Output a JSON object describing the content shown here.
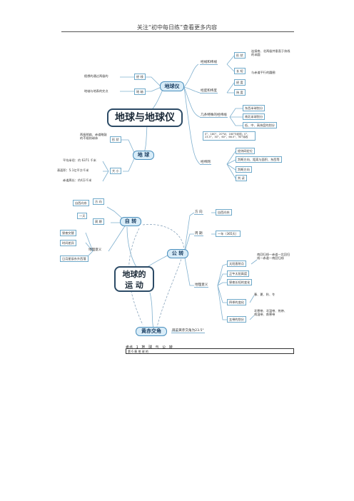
{
  "header": {
    "text": "关注“初中每日练”查看更多内容"
  },
  "map1": {
    "title": "地球与地球仪",
    "globe_hub": "地球仪",
    "earth_hub": "地 球",
    "left": {
      "meridian_label": "经 线",
      "meridian_desc": "假想的通过两极的",
      "axis_label": "地 轴",
      "axis_desc": "地轴与地表的交点",
      "shape_label": "形 状",
      "shape_desc": "两极稍扁、赤道略鼓的不规则球体",
      "size_label": "大 小",
      "size_items": [
        "平均半径：约 6371 千米",
        "表面积：5.1亿平方千米",
        "赤道周长：约4万千米"
      ]
    },
    "right": {
      "lonlat": "经线和纬线",
      "shape_word": "形 状",
      "shape_desc": "连接南、北两极并垂直于纬线的半圆",
      "length_word": "长 短",
      "length_desc": "与赤道平行的圆圈",
      "degree": "经度和纬度",
      "deg_a": "经 度",
      "deg_b": "纬 度",
      "special": "几条特殊的经纬线",
      "special_items": [
        "东西半球划分",
        "南北半球划分",
        "低、中、高纬度的划分"
      ],
      "special_note": "0°、180°、20°W、160°E经线；0°、23.5°、30°、60°、66.5°、90°纬线",
      "grid": "经纬网",
      "grid_items": [
        "经纬网定位",
        "判断方向、距离与面积、东西等",
        "判断方向",
        "判 读"
      ]
    }
  },
  "map2": {
    "title_line1": "地球的",
    "title_line2": "运 动",
    "rotation_hub": "自 转",
    "revolution_hub": "公 转",
    "obliquity_hub": "黄赤交角",
    "obliquity_desc": "目前黄赤交角为23.5°",
    "rot_direction": "方 向",
    "rot_direction_desc": "自西向东",
    "rot_period": "周 期",
    "rot_period_desc": "一天",
    "rot_meaning": "地理意义",
    "rot_meaning_items": [
      "昼夜交替",
      "时间差异",
      "日月星辰东升西落"
    ],
    "rev_direction": "方 向",
    "rev_direction_desc": "自西向东",
    "rev_period": "周 期",
    "rev_period_desc": "一年（365天）",
    "rev_meaning": "地理意义",
    "rev_meaning_items": [
      "太阳直射点",
      "正午太阳高度",
      "昼夜长短的变化",
      "四季的变化",
      "五带的划分"
    ],
    "rev_sub_a": "南回归线—赤道—北回归线—赤道—南回归线",
    "rev_sub_b": "春、夏、秋、冬",
    "rev_sub_c": "北寒带、北温带、热带、南温带、南寒带"
  },
  "caption": {
    "parts": [
      "考点",
      "1",
      "地",
      "球",
      "与",
      "公",
      "转"
    ],
    "box_text": "第 6 章 地 球 的"
  }
}
